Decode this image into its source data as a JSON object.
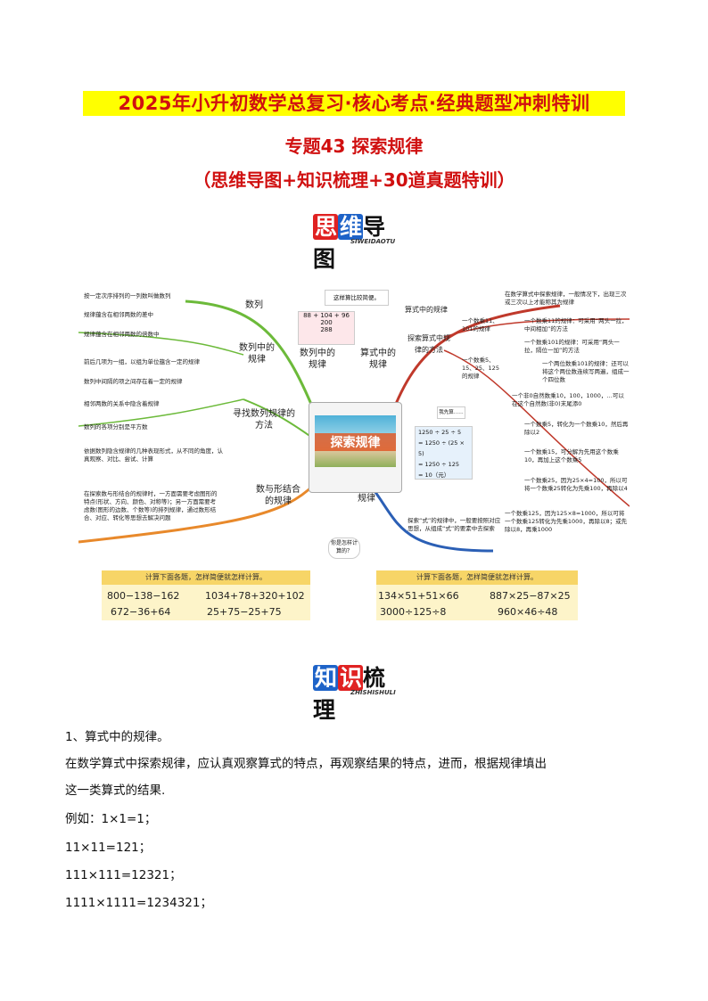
{
  "header": {
    "line1": "2025年小升初数学总复习·核心考点·经典题型冲刺特训",
    "line2": "专题43  探索规律",
    "line3": "（思维导图+知识梳理+30道真题特训）"
  },
  "badge1": {
    "p1": "思",
    "p2": "维",
    "p3": "导图",
    "pinyin": "SIWEIDAOTU"
  },
  "badge2": {
    "p1": "知",
    "p2": "识",
    "p3": "梳理",
    "pinyin": "ZHISHISHULI"
  },
  "mindmap": {
    "center": "探索规律",
    "branches": {
      "shulie": "数列中的规律",
      "suanshi": "算式中的规律",
      "shuxing": "数与形结合的规律",
      "shi": "“式”的规律",
      "shulie_sub1": "数列",
      "shulie_sub2": "数列中的规律",
      "shulie_sub3": "寻找数列规律的方法",
      "suanshi_sub1": "算式中的规律",
      "suanshi_sub2": "探索算式中规律的方法"
    },
    "left_leaves": [
      "按一定次序排列的一列数叫做数列",
      "规律蕴含在相邻两数的差中",
      "规律蕴含在相邻两数的倍数中",
      "前后几项为一组，以组为单位蕴含一定的规律",
      "数列中间隔的项之间存在着一定的规律",
      "相邻两数的关系中隐含着规律",
      "数列的各项分别是平方数",
      "依据数列隐含规律的几种表现形式，从不同的角度，认真观察、对比、尝试、计算",
      "在探索数与形结合的规律时，一方面需要考虑图形的特点(形状、方向、颜色、对称等)；另一方面需要考虑数(图形的边数、个数等)的排列规律，通过数形结合、对应、转化等思想去解决问题"
    ],
    "right_leaves": [
      "在数学算式中探索规律，一般情况下，出现三次或三次以上才能称其为规律",
      "一个数乘11、101的规律",
      "一个数乘11的规律：可采用“两头一拉，中间相加”的方法",
      "一个数乘101的规律：可采用“两头一拉，隔位一加”的方法",
      "一个两位数乘101的规律：还可以将这个两位数连续写两遍，组成一个四位数",
      "一个数乘5、15、25、125的规律",
      "一个非0自然数乘10，100，1000，…可以在这个自然数(非0)末尾添0",
      "一个数乘5，转化为一个数乘10，然后再除以2",
      "一个数乘15，可分解为先用这个数乘10，再加上这个数乘5",
      "一个数乘25，因为25×4=100，所以可将一个数乘25转化为先乘100，再除以4",
      "一个数乘125，因为125×8=1000，所以可将一个数乘125转化为先乘1000，再除以8；或先除以8，再乘1000",
      "探索“式”的规律中，一般要按照对应思想，从组成“式”的要素中去探索"
    ],
    "bubble1": "这样算比较简便。",
    "bubble2": "我先算……",
    "bubble3": "你是怎样计算的？",
    "demo1": [
      "88 + 104 + 96",
      "200",
      "288"
    ],
    "demo2": [
      "1250 ÷ 25 ÷ 5",
      "= 1250 ÷ (25 × 5)",
      "= 1250 ÷ 125",
      "= 10（元）"
    ],
    "calc_left": {
      "head": "计算下面各题，怎样简便就怎样计算。",
      "items": [
        "800−138−162",
        "1034+78+320+102",
        "672−36+64",
        "25+75−25+75"
      ]
    },
    "calc_right": {
      "head": "计算下面各题，怎样简便就怎样计算。",
      "items": [
        "134×51+51×66",
        "887×25−87×25",
        "3000÷125÷8",
        "960×46÷48"
      ]
    }
  },
  "body": {
    "heading": "1、算式中的规律。",
    "para1": "在数学算式中探索规律，应认真观察算式的特点，再观察结果的特点，进而，根据规律填出",
    "para2": "这一类算式的结果.",
    "ex1": "例如：1×1=1；",
    "ex2": "11×11=121；",
    "ex3": "111×111=12321；",
    "ex4": "1111×1111=1234321；"
  },
  "colors": {
    "title": "#d01010",
    "highlight": "#ffff00",
    "green": "#6cba3a",
    "red": "#c0392b",
    "orange": "#e8892b",
    "blue": "#2b5fb5"
  }
}
